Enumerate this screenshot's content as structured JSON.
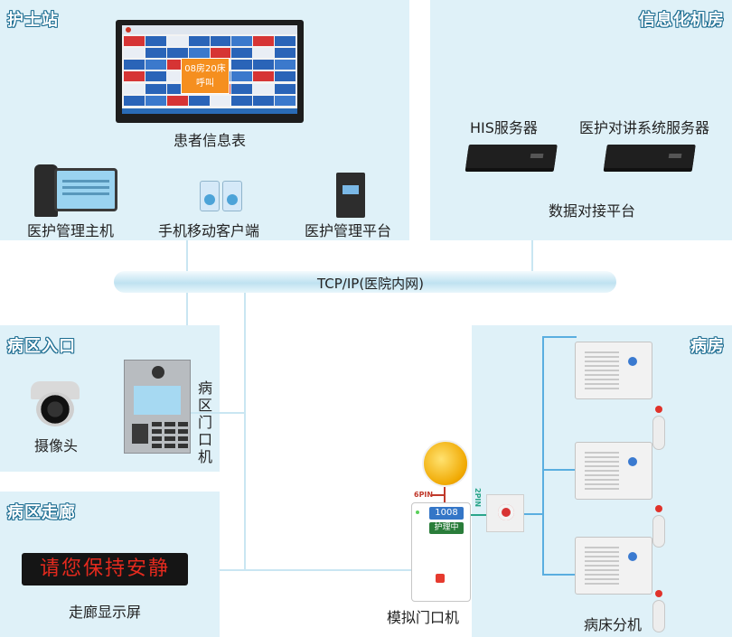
{
  "zones": {
    "nurse_station": "护士站",
    "it_room": "信息化机房",
    "ward_entrance": "病区入口",
    "corridor": "病区走廊",
    "ward": "病房"
  },
  "labels": {
    "patient_board": "患者信息表",
    "host": "医护管理主机",
    "mobile_client": "手机移动客户端",
    "platform": "医护管理平台",
    "his_server": "HIS服务器",
    "intercom_server": "医护对讲系统服务器",
    "data_platform": "数据对接平台",
    "network": "TCP/IP(医院内网)",
    "camera": "摄像头",
    "door_unit_v": "病区门口机",
    "corridor_display": "走廊显示屏",
    "analog_door_unit": "模拟门口机",
    "bed_unit": "病床分机"
  },
  "screen": {
    "call_text_1": "08房20床",
    "call_text_2": "呼叫"
  },
  "led_text": "请您保持安静",
  "door_unit": {
    "room_number": "1008",
    "status": "护理中"
  },
  "pins": {
    "six": "6PIN",
    "two": "2PIN"
  },
  "colors": {
    "panel": "#dff1f8",
    "title_stroke": "#1e6e92",
    "wire": "#5aaee0",
    "led_red": "#e52a1e"
  }
}
